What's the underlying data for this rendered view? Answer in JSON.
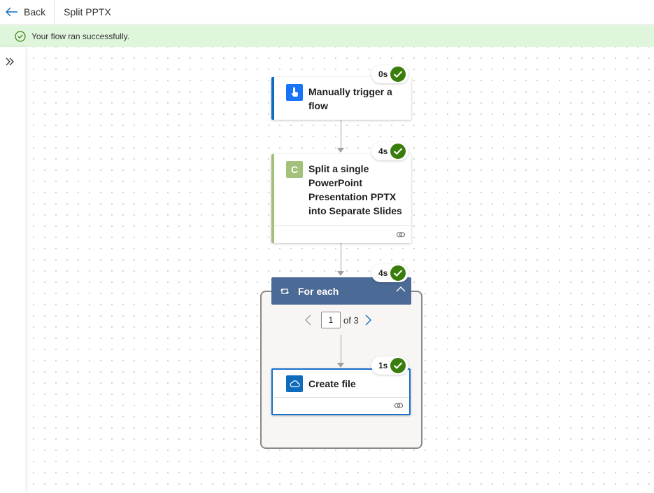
{
  "topbar": {
    "back_label": "Back",
    "flow_title": "Split PPTX"
  },
  "banner": {
    "message": "Your flow ran successfully."
  },
  "steps": [
    {
      "title_lines": [
        "Manually trigger a",
        "flow"
      ],
      "duration": "0s",
      "stripe_color": "#0f6cbd",
      "icon": "manual-trigger-icon",
      "icon_color": "#1874f6"
    },
    {
      "title_lines": [
        "Split a single",
        "PowerPoint",
        "Presentation PPTX",
        "into Separate Slides"
      ],
      "duration": "4s",
      "stripe_color": "#a4c17b",
      "icon": "connector-c-icon",
      "icon_letter": "C",
      "icon_color": "#a4c17b"
    }
  ],
  "foreach": {
    "title": "For each",
    "duration": "4s",
    "header_color": "#4c6a96",
    "pager": {
      "current": "1",
      "of_label": "of 3"
    },
    "child": {
      "title": "Create file",
      "duration": "1s",
      "icon": "onedrive-cloud-icon",
      "icon_color": "#0f6cbd",
      "border_color": "#1a6fc9"
    }
  },
  "colors": {
    "success_green": "#3a7d0c",
    "banner_bg": "#dff6dd"
  }
}
